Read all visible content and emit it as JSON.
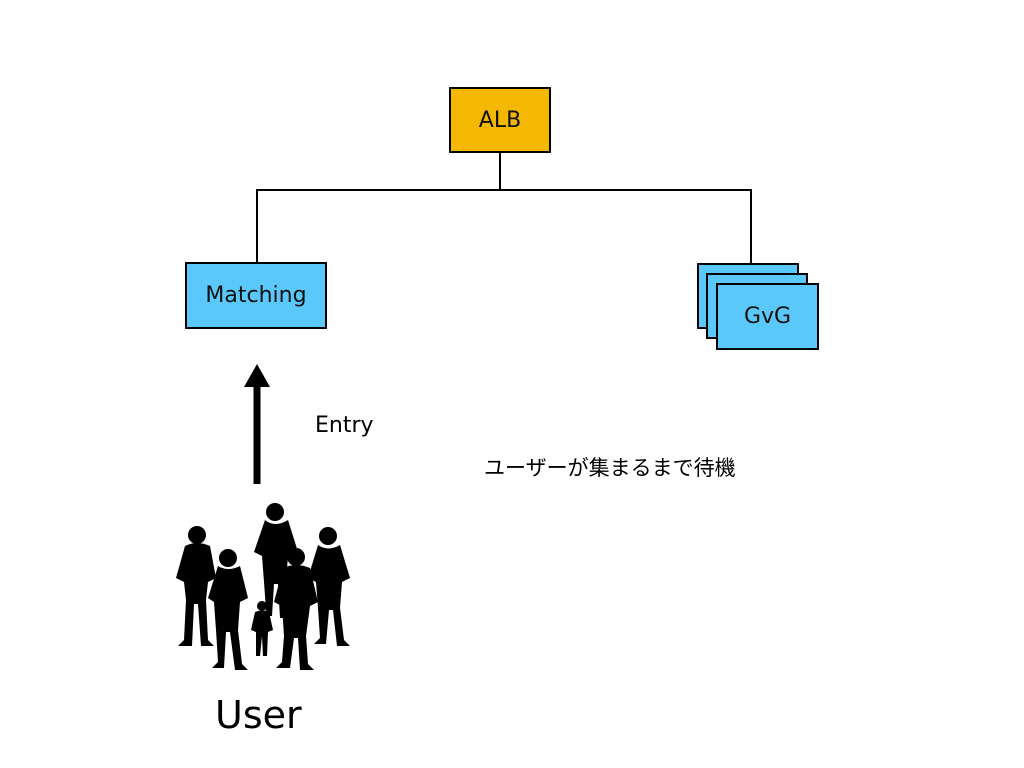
{
  "colors": {
    "alb_fill": "#F5B800",
    "service_fill": "#5AC8FA",
    "line": "#000000",
    "background": "#FFFFFF"
  },
  "nodes": {
    "alb": {
      "label": "ALB"
    },
    "matching": {
      "label": "Matching"
    },
    "gvg": {
      "label": "GvG",
      "stacked_copies": 3
    }
  },
  "arrow": {
    "label": "Entry",
    "direction": "up"
  },
  "note": "ユーザーが集まるまで待機",
  "user": {
    "label": "User",
    "icon": "people-group-silhouette-icon"
  }
}
